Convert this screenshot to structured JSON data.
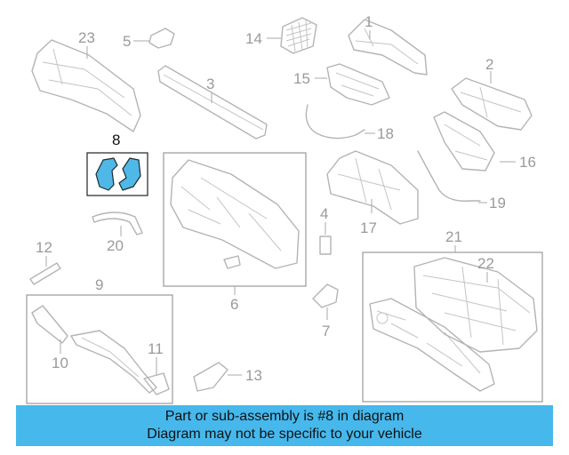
{
  "diagram": {
    "callouts": {
      "n1": "1",
      "n2": "2",
      "n3": "3",
      "n4": "4",
      "n5": "5",
      "n6": "6",
      "n7": "7",
      "n8": "8",
      "n9": "9",
      "n10": "10",
      "n11": "11",
      "n12": "12",
      "n13": "13",
      "n14": "14",
      "n15": "15",
      "n16": "16",
      "n17": "17",
      "n18": "18",
      "n19": "19",
      "n20": "20",
      "n21": "21",
      "n22": "22",
      "n23": "23"
    },
    "highlighted_part": "8",
    "colors": {
      "highlight_fill": "#4fb8e6",
      "banner": "#46b8ec",
      "line_art": "#b4b4b4"
    }
  },
  "banner": {
    "line1": "Part or sub-assembly is #8 in diagram",
    "line2": "Diagram may not be specific to your vehicle"
  }
}
